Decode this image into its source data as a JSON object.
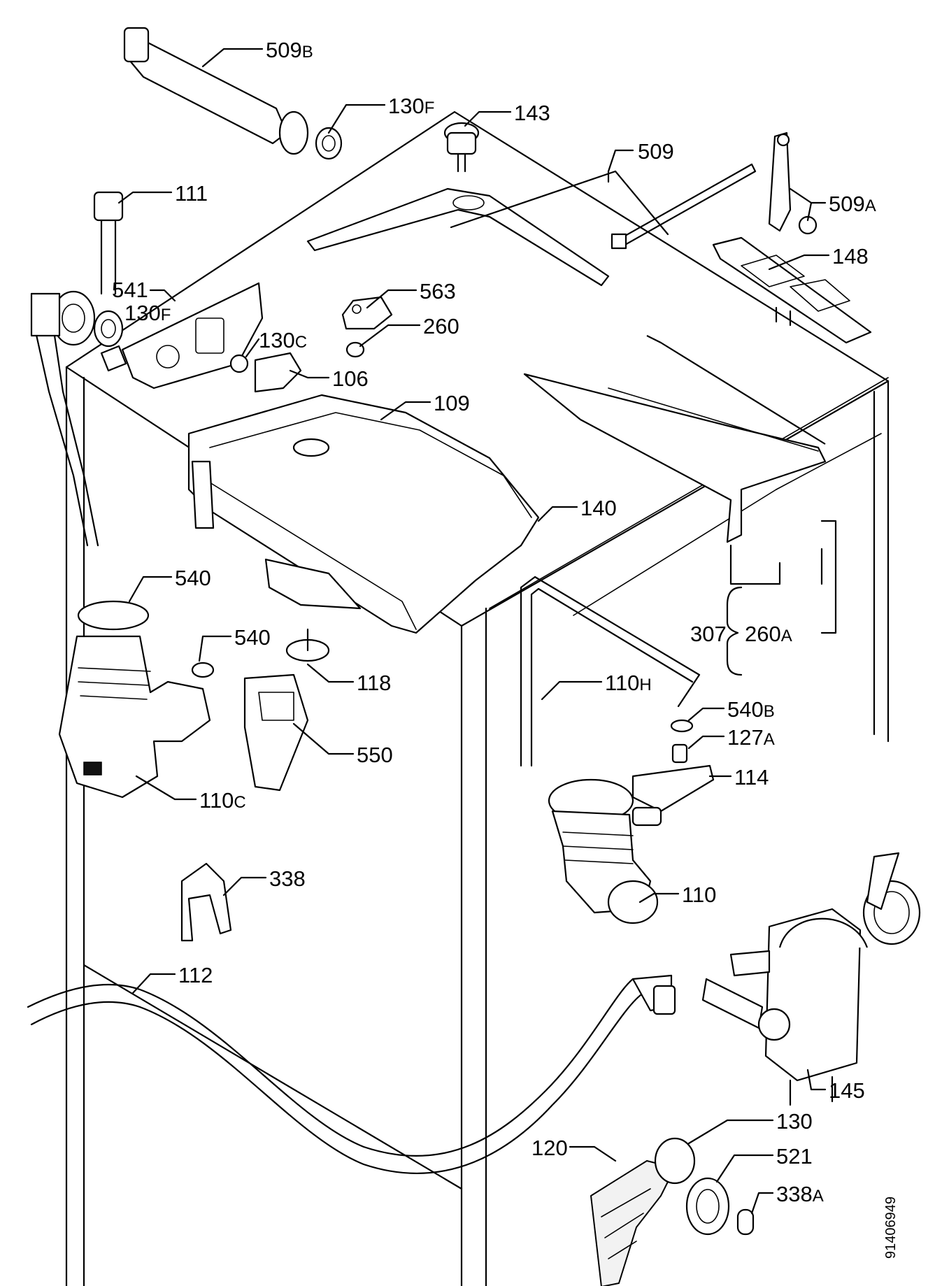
{
  "diagram_code": "91406949",
  "labels": [
    {
      "num": "509",
      "suffix": "B"
    },
    {
      "num": "130",
      "suffix": "F"
    },
    {
      "num": "143",
      "suffix": ""
    },
    {
      "num": "509",
      "suffix": ""
    },
    {
      "num": "111",
      "suffix": ""
    },
    {
      "num": "509",
      "suffix": "A"
    },
    {
      "num": "148",
      "suffix": ""
    },
    {
      "num": "541",
      "suffix": ""
    },
    {
      "num": "130",
      "suffix": "F"
    },
    {
      "num": "563",
      "suffix": ""
    },
    {
      "num": "260",
      "suffix": ""
    },
    {
      "num": "130",
      "suffix": "C"
    },
    {
      "num": "106",
      "suffix": ""
    },
    {
      "num": "109",
      "suffix": ""
    },
    {
      "num": "140",
      "suffix": ""
    },
    {
      "num": "540",
      "suffix": ""
    },
    {
      "num": "540",
      "suffix": ""
    },
    {
      "num": "307",
      "suffix": ""
    },
    {
      "num": "260",
      "suffix": "A"
    },
    {
      "num": "118",
      "suffix": ""
    },
    {
      "num": "110",
      "suffix": "H"
    },
    {
      "num": "540",
      "suffix": "B"
    },
    {
      "num": "127",
      "suffix": "A"
    },
    {
      "num": "550",
      "suffix": ""
    },
    {
      "num": "110",
      "suffix": "C"
    },
    {
      "num": "114",
      "suffix": ""
    },
    {
      "num": "338",
      "suffix": ""
    },
    {
      "num": "110",
      "suffix": ""
    },
    {
      "num": "112",
      "suffix": ""
    },
    {
      "num": "145",
      "suffix": ""
    },
    {
      "num": "130",
      "suffix": ""
    },
    {
      "num": "120",
      "suffix": ""
    },
    {
      "num": "521",
      "suffix": ""
    },
    {
      "num": "338",
      "suffix": "A"
    }
  ]
}
